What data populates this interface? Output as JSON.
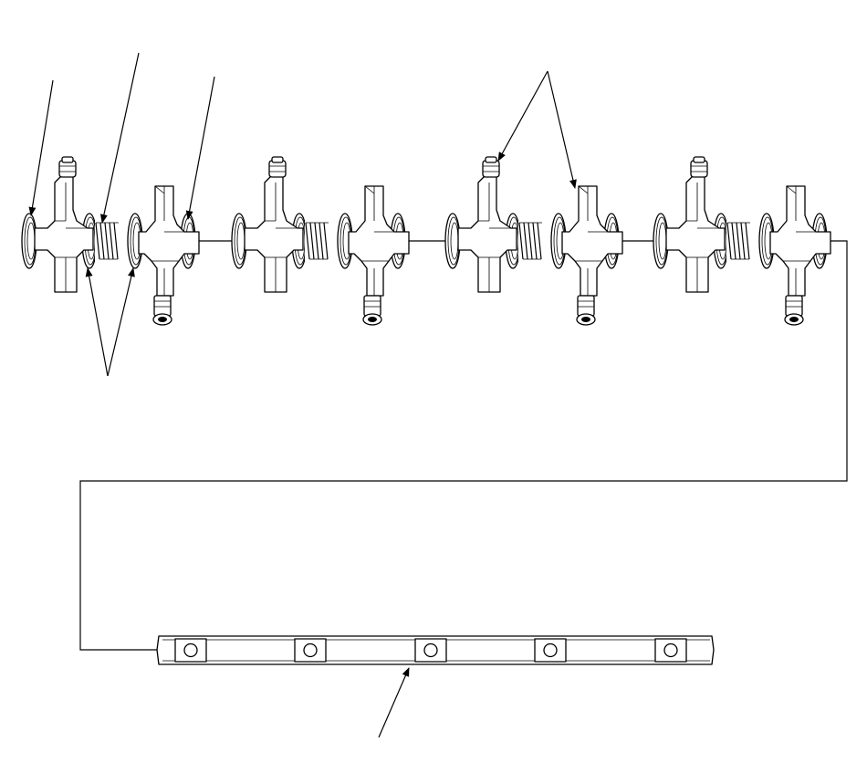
{
  "diagram": {
    "title": "",
    "style": "exploded-view line drawing",
    "callouts": [],
    "assemblies": [
      {
        "parts": [
          "washer",
          "rocker-arm",
          "washer",
          "spring",
          "washer",
          "rocker-arm",
          "washer"
        ]
      },
      {
        "parts": [
          "washer",
          "rocker-arm",
          "washer",
          "spring",
          "washer",
          "rocker-arm",
          "washer"
        ]
      },
      {
        "parts": [
          "washer",
          "rocker-arm",
          "washer",
          "spring",
          "washer",
          "rocker-arm",
          "washer"
        ]
      },
      {
        "parts": [
          "washer",
          "rocker-arm",
          "washer",
          "spring",
          "washer",
          "rocker-arm",
          "washer"
        ]
      }
    ],
    "shaft": {
      "bores": 5
    },
    "colors": {
      "line": "#000000",
      "background": "#ffffff"
    }
  }
}
